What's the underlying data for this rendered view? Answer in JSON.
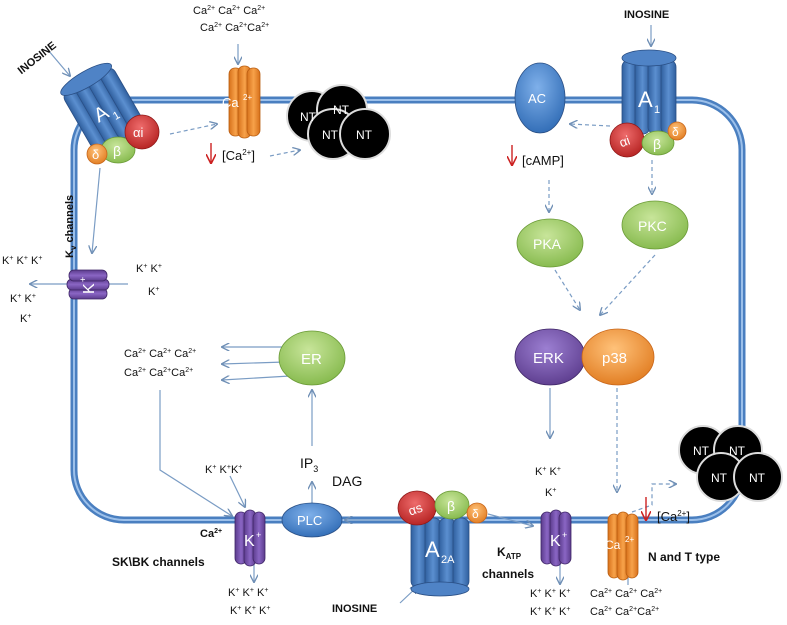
{
  "labels": {
    "inosine": "INOSINE",
    "a1": "A",
    "a1_sub": "1",
    "a2a": "A",
    "a2a_sub": "2A",
    "alpha_i": "αi",
    "alpha_s": "αs",
    "beta": "β",
    "delta": "δ",
    "ca_channel": "Ca",
    "ca_sup": "2+",
    "k": "K",
    "k_sup": "+",
    "nt": "NT",
    "ac": "AC",
    "pka": "PKA",
    "pkc": "PKC",
    "erk": "ERK",
    "p38": "p38",
    "er": "ER",
    "plc": "PLC",
    "ip3": "IP",
    "ip3_sub": "3",
    "dag": "DAG",
    "ca_conc_open": "[Ca",
    "ca_conc_close": "]",
    "camp": "[cAMP]",
    "kv_channels_k": "K",
    "kv_channels_v": "v",
    "kv_channels_rest": " channels",
    "sk_bk_channels": "SK\\BK channels",
    "katp_k": "K",
    "katp_sub": "ATP",
    "katp_channels": "channels",
    "n_t_type": "N and T type"
  }
}
